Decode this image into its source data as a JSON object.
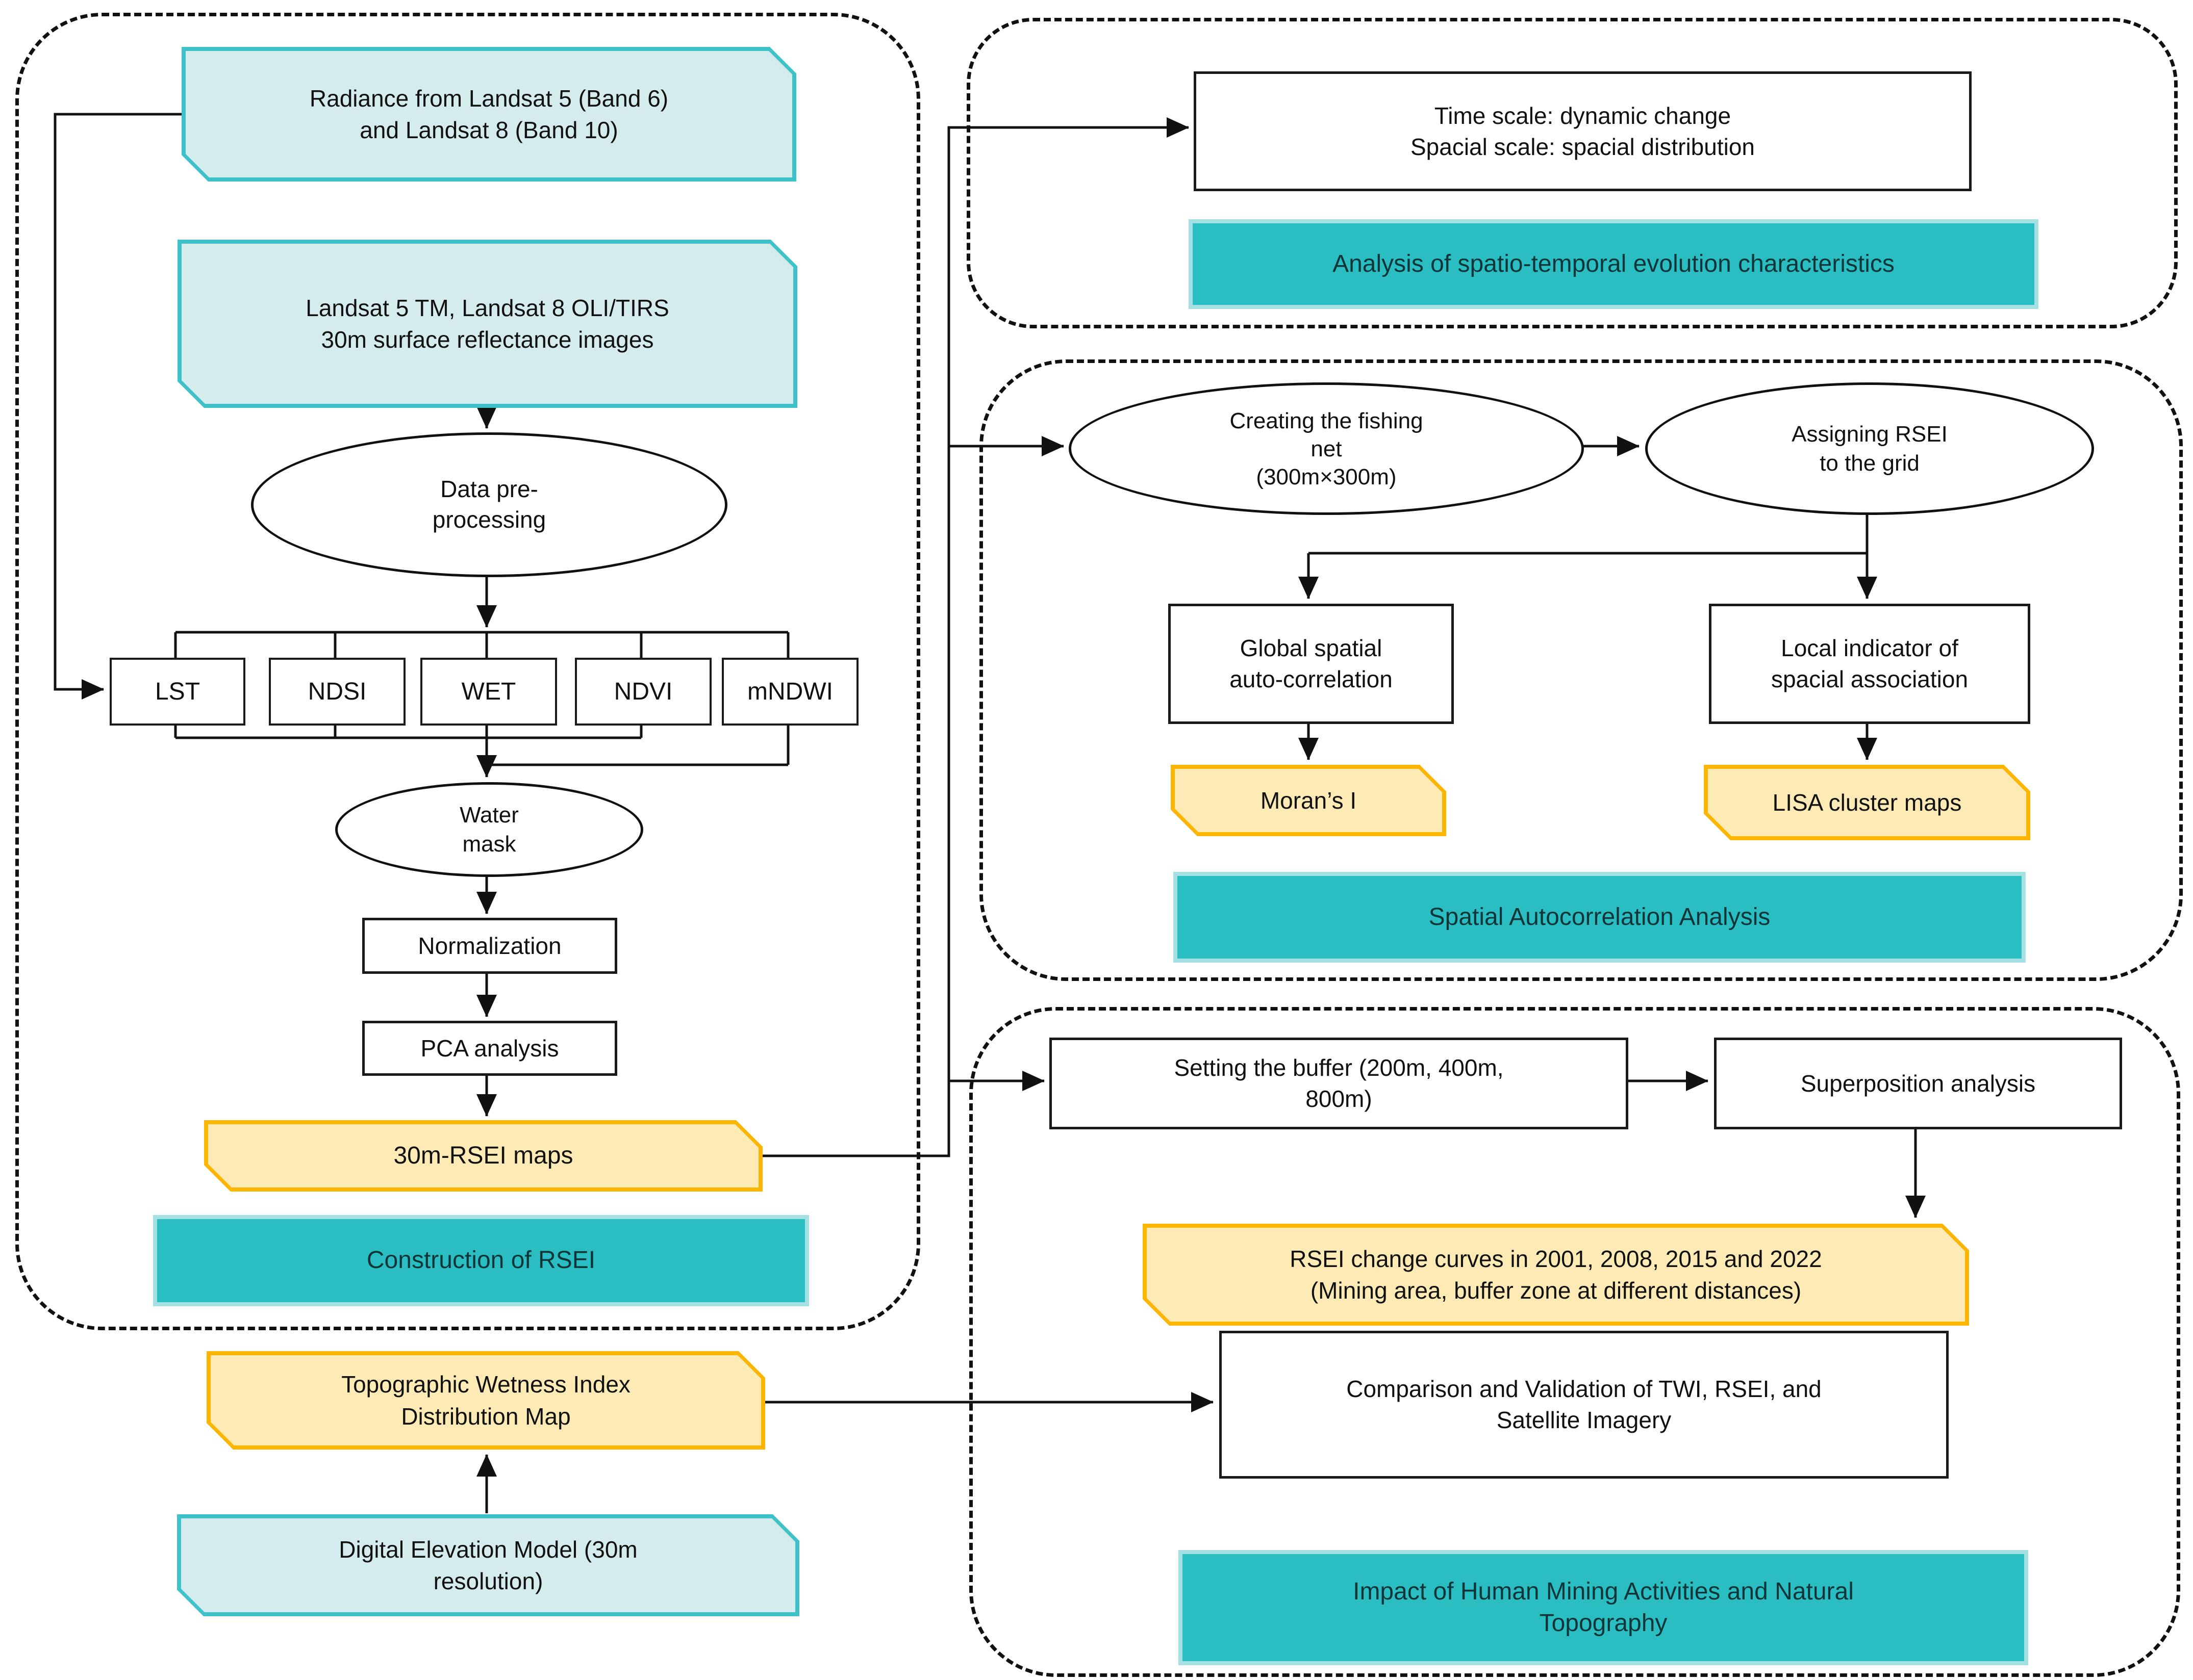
{
  "colors": {
    "cyan_fill": "#d5ecee",
    "cyan_border": "#3fc1c9",
    "yellow_fill": "#fdeab4",
    "yellow_border": "#fcb500",
    "teal_fill": "#2abec3",
    "teal_border": "#a5e0e2",
    "line": "#111111"
  },
  "left_section": {
    "banner": "Construction of RSEI",
    "radiance_lines": [
      "Radiance from Landsat 5 (Band 6)",
      "and Landsat 8 (Band 10)"
    ],
    "landsat_lines": [
      "Landsat 5 TM, Landsat 8 OLI/TIRS",
      "30m surface reflectance images"
    ],
    "preprocessing_lines": [
      "Data pre-",
      "processing"
    ],
    "indices": [
      "LST",
      "NDSI",
      "WET",
      "NDVI",
      "mNDWI"
    ],
    "water_mask_lines": [
      "Water",
      "mask"
    ],
    "normalization": "Normalization",
    "pca": "PCA analysis",
    "rsei_maps": "30m-RSEI maps"
  },
  "spatiotemporal_section": {
    "box_lines": [
      "Time scale: dynamic change",
      "Spacial scale: spacial distribution"
    ],
    "banner": "Analysis of spatio-temporal evolution characteristics"
  },
  "autocorrelation_section": {
    "fishing_net_lines": [
      "Creating the fishing",
      "net",
      "(300m×300m)"
    ],
    "assigning_lines": [
      "Assigning RSEI",
      "to the grid"
    ],
    "global_lines": [
      "Global spatial",
      "auto-correlation"
    ],
    "local_lines": [
      "Local indicator of",
      "spacial association"
    ],
    "morans_i": "Moran’s I",
    "lisa": "LISA cluster maps",
    "banner": "Spatial Autocorrelation Analysis"
  },
  "mining_section": {
    "buffer_lines": [
      "Setting the buffer (200m, 400m,",
      "800m)"
    ],
    "superposition": "Superposition analysis",
    "curves_lines": [
      "RSEI change curves in 2001, 2008, 2015 and 2022",
      "(Mining area, buffer zone at different distances)"
    ],
    "comparison_lines": [
      "Comparison and Validation of TWI, RSEI, and",
      "Satellite Imagery"
    ],
    "banner_lines": [
      "Impact of Human Mining Activities and  Natural",
      "Topography"
    ]
  },
  "bottom_left": {
    "twi_lines": [
      "Topographic Wetness Index",
      "Distribution Map"
    ],
    "dem_lines": [
      "Digital Elevation Model (30m",
      "resolution)"
    ]
  }
}
